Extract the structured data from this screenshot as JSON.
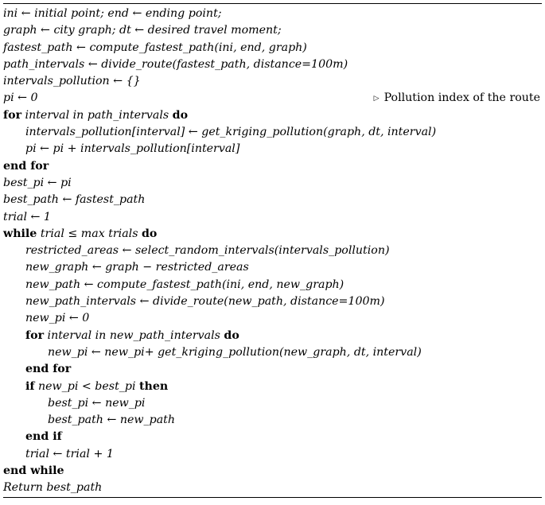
{
  "algorithm": {
    "lines": [
      {
        "indent": 0,
        "text": "ini ← initial point; end ← ending point;"
      },
      {
        "indent": 0,
        "text": "graph ← city graph; dt ← desired travel moment;"
      },
      {
        "indent": 0,
        "text": "fastest_path ← compute_fastest_path(ini, end, graph)"
      },
      {
        "indent": 0,
        "text": "path_intervals ← divide_route(fastest_path, distance=100m)"
      },
      {
        "indent": 0,
        "text": "intervals_pollution ← {}"
      },
      {
        "indent": 0,
        "text": "pi ← 0",
        "comment": "Pollution index of the route"
      },
      {
        "indent": 0,
        "keyword_start": "for",
        "text": " interval in path_intervals ",
        "keyword_end": "do"
      },
      {
        "indent": 1,
        "text": "intervals_pollution[interval] ← get_kriging_pollution(graph, dt, interval)"
      },
      {
        "indent": 1,
        "text": "pi ← pi + intervals_pollution[interval]"
      },
      {
        "indent": 0,
        "keyword_start": "end for",
        "text": ""
      },
      {
        "indent": 0,
        "text": "best_pi ← pi"
      },
      {
        "indent": 0,
        "text": "best_path ← fastest_path"
      },
      {
        "indent": 0,
        "text": "trial ← 1"
      },
      {
        "indent": 0,
        "keyword_start": "while",
        "text": " trial ≤ max trials ",
        "keyword_end": "do"
      },
      {
        "indent": 1,
        "text": "restricted_areas ← select_random_intervals(intervals_pollution)"
      },
      {
        "indent": 1,
        "text": "new_graph ← graph − restricted_areas"
      },
      {
        "indent": 1,
        "text": "new_path ← compute_fastest_path(ini, end, new_graph)"
      },
      {
        "indent": 1,
        "text": "new_path_intervals ← divide_route(new_path, distance=100m)"
      },
      {
        "indent": 1,
        "text": "new_pi ← 0"
      },
      {
        "indent": 1,
        "keyword_start": "for",
        "text": " interval in new_path_intervals ",
        "keyword_end": "do"
      },
      {
        "indent": 2,
        "text": "new_pi ← new_pi+ get_kriging_pollution(new_graph, dt, interval)"
      },
      {
        "indent": 1,
        "keyword_start": "end for",
        "text": ""
      },
      {
        "indent": 1,
        "keyword_start": "if",
        "text": " new_pi < best_pi ",
        "keyword_end": "then"
      },
      {
        "indent": 2,
        "text": "best_pi ← new_pi"
      },
      {
        "indent": 2,
        "text": "best_path ← new_path"
      },
      {
        "indent": 1,
        "keyword_start": "end if",
        "text": ""
      },
      {
        "indent": 1,
        "text": "trial ← trial + 1"
      },
      {
        "indent": 0,
        "keyword_start": "end while",
        "text": ""
      },
      {
        "indent": 0,
        "text": "Return best_path"
      }
    ]
  }
}
